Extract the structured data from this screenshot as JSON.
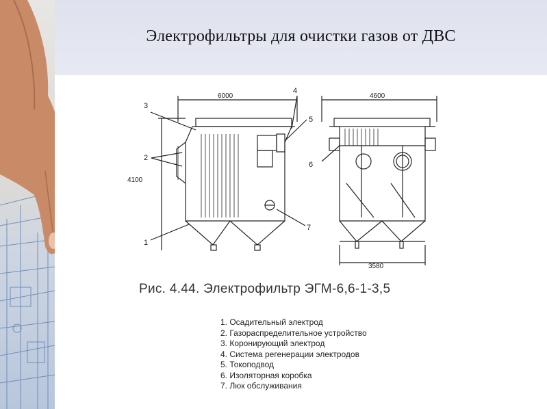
{
  "slide": {
    "title": "Электрофильтры для очистки газов от ДВС"
  },
  "figure": {
    "caption": "Рис. 4.44. Электрофильтр  ЭГМ-6,6-1-3,5",
    "dimensions": {
      "front_width": "6000",
      "side_width": "4600",
      "base_width": "3580",
      "height": "4100"
    },
    "callouts": [
      "1",
      "2",
      "3",
      "4",
      "5",
      "6",
      "7"
    ]
  },
  "legend": {
    "items": [
      "1. Осадительный электрод",
      "2. Газораспределительное устройство",
      "3. Коронирующий электрод",
      "4. Система регенерации электродов",
      "5. Токоподвод",
      "6. Изоляторная коробка",
      "7. Люк обслуживания"
    ]
  }
}
